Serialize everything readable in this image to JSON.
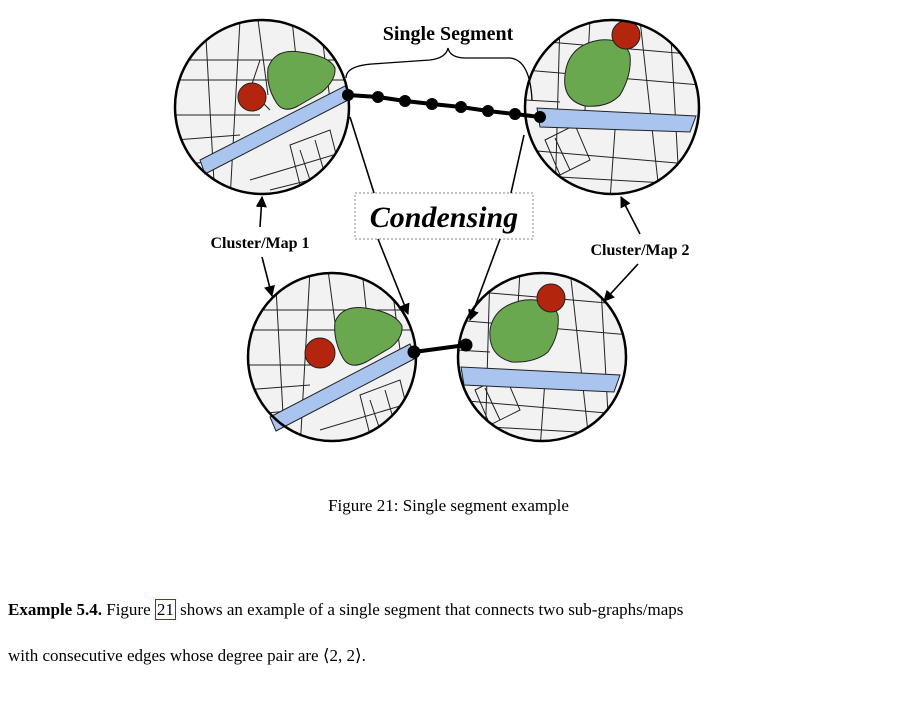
{
  "figure": {
    "single_segment_label": "Single Segment",
    "condensing_label": "Condensing",
    "cluster1_label": "Cluster/Map 1",
    "cluster2_label": "Cluster/Map 2",
    "colors": {
      "road": "#a9c4ee",
      "park": "#6aa84f",
      "marker": "#b4250d",
      "map_bg": "#f2f2f2",
      "node": "#000000"
    }
  },
  "caption": "Figure 21: Single segment example",
  "example": {
    "label": "Example 5.4.",
    "text_before": " Figure ",
    "ref": "21",
    "text_after": " shows an example of a single segment that connects two sub-graphs/maps",
    "line2": "with consecutive edges whose degree pair are ⟨2, 2⟩."
  }
}
